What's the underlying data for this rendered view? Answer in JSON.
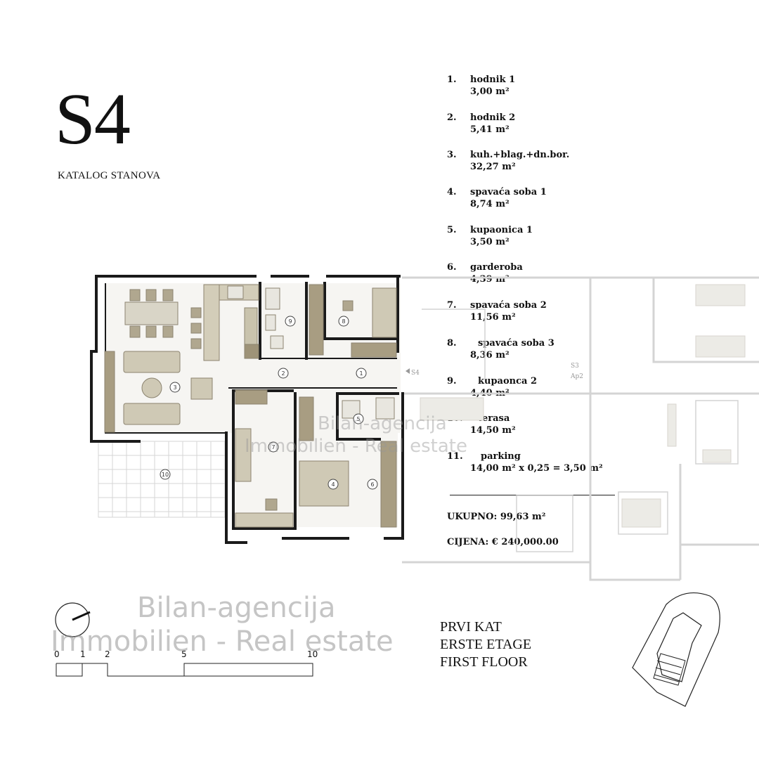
{
  "header": {
    "title": "S4",
    "subtitle": "KATALOG STANOVA"
  },
  "rooms": [
    {
      "num": "1.",
      "name": "hodnik 1",
      "area": "3,00 m²"
    },
    {
      "num": "2.",
      "name": "hodnik 2",
      "area": "5,41 m²"
    },
    {
      "num": "3.",
      "name": "kuh.+blag.+dn.bor.",
      "area": "32,27 m²"
    },
    {
      "num": "4.",
      "name": "spavaća soba 1",
      "area": "8,74 m²"
    },
    {
      "num": "5.",
      "name": "kupaonica 1",
      "area": "3,50 m²"
    },
    {
      "num": "6.",
      "name": "garderoba",
      "area": "4,39 m²"
    },
    {
      "num": "7.",
      "name": "spavaća soba 2",
      "area": "11,56 m²"
    },
    {
      "num": "8.",
      "name": "spavaća soba 3",
      "area": "8,36 m²"
    },
    {
      "num": "9.",
      "name": "kupaonca 2",
      "area": "4,40 m²"
    },
    {
      "num": "10.",
      "name": "terasa",
      "area": "14,50 m²"
    },
    {
      "num": "11.",
      "name": "parking",
      "area": "14,00 m² x 0,25 = 3,50 m²"
    }
  ],
  "totals": {
    "total": "UKUPNO: 99,63 m²",
    "price": "CIJENA:  € 240,000.00"
  },
  "floor": {
    "line1": "PRVI KAT",
    "line2": "ERSTE ETAGE",
    "line3": "FIRST FLOOR"
  },
  "watermark": {
    "line1": "Bilan-agencija",
    "line2": "Immobilien   -   Real estate",
    "small1": "Bilan-agencija",
    "small2": "Immobilien   -   Real estate"
  },
  "scale": {
    "ticks": [
      "0",
      "1",
      "2",
      "5",
      "10"
    ]
  },
  "plan_labels": {
    "room_markers": [
      "1",
      "2",
      "3",
      "4",
      "5",
      "6",
      "7",
      "8",
      "9",
      "10"
    ],
    "unit_tag_s4": "S4",
    "unit_tag_s3": "S3",
    "unit_tag_ap2": "Ap2"
  },
  "colors": {
    "wall": "#1a1a1a",
    "furniture": "#c9c3ad",
    "furniture_dark": "#9e9378",
    "neighbor_fade": "#d9d9d9"
  }
}
